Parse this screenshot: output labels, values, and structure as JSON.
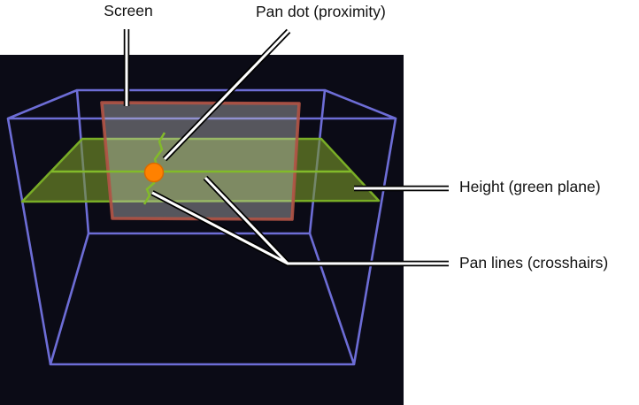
{
  "figure": {
    "labels": {
      "screen": "Screen",
      "pan_dot": "Pan dot (proximity)",
      "height": "Height (green plane)",
      "pan_lines": "Pan lines (crosshairs)"
    },
    "colors": {
      "page_background": "#ffffff",
      "viewport_background": "#0b0b16",
      "box_wireframe_blue": "#6d6dd6",
      "plane_border_green": "#79ad26",
      "plane_fill_green": "rgba(120,150,40,0.62)",
      "pan_line_green": "#82ba2a",
      "screen_border_red": "#b15445",
      "screen_fill_gray": "rgba(200,200,200,0.40)",
      "pan_dot_orange": "#ff8100",
      "pan_dot_edge": "#d96a00",
      "callout_line_white": "#ffffff",
      "callout_outline_black": "#000000",
      "label_text": "#111111"
    }
  }
}
